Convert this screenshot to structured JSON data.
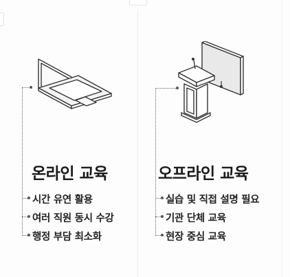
{
  "online": {
    "title": "온라인 교육",
    "items": [
      "시간 유연 활용",
      "여러 직원 동시 수강",
      "행정 부담 최소화"
    ],
    "icon": "laptop-icon"
  },
  "offline": {
    "title": "오프라인 교육",
    "items": [
      "실습 및 직접 설명 필요",
      "기관 단체 교육",
      "현장 중심 교육"
    ],
    "icon": "lectern-screen-icon"
  },
  "colors": {
    "line": "#333333",
    "dotted": "#666666",
    "screen_fill": "#e9e9e9"
  }
}
